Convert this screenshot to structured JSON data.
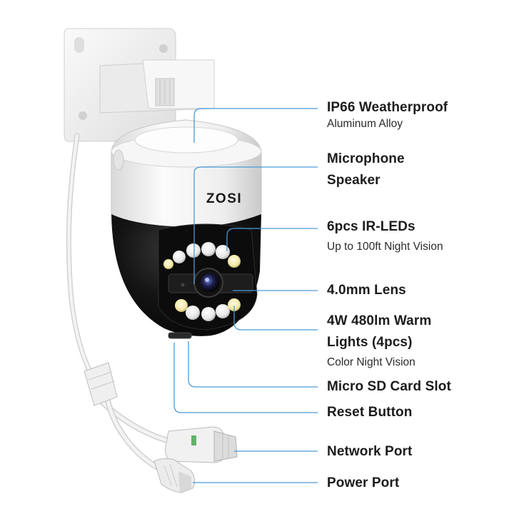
{
  "brand": "ZOSI",
  "callouts": [
    {
      "id": "ip66",
      "title": [
        "IP66 Weatherproof"
      ],
      "subtitle": "Aluminum Alloy"
    },
    {
      "id": "mic",
      "title": [
        "Microphone",
        "Speaker"
      ],
      "subtitle": ""
    },
    {
      "id": "ir",
      "title": [
        "6pcs IR-LEDs"
      ],
      "subtitle": "Up to 100ft Night Vision"
    },
    {
      "id": "lens",
      "title": [
        "4.0mm Lens"
      ],
      "subtitle": ""
    },
    {
      "id": "warm",
      "title": [
        "4W 480lm Warm",
        "Lights (4pcs)"
      ],
      "subtitle": "Color Night Vision"
    },
    {
      "id": "sd",
      "title": [
        "Micro SD Card Slot"
      ],
      "subtitle": ""
    },
    {
      "id": "reset",
      "title": [
        "Reset Button"
      ],
      "subtitle": ""
    },
    {
      "id": "network",
      "title": [
        "Network Port"
      ],
      "subtitle": ""
    },
    {
      "id": "power",
      "title": [
        "Power Port"
      ],
      "subtitle": ""
    }
  ],
  "colors": {
    "leader": "#4a9ad8",
    "housing": "#f2f2f2",
    "lens_housing": "#111111",
    "led": "#f5f5f5"
  }
}
